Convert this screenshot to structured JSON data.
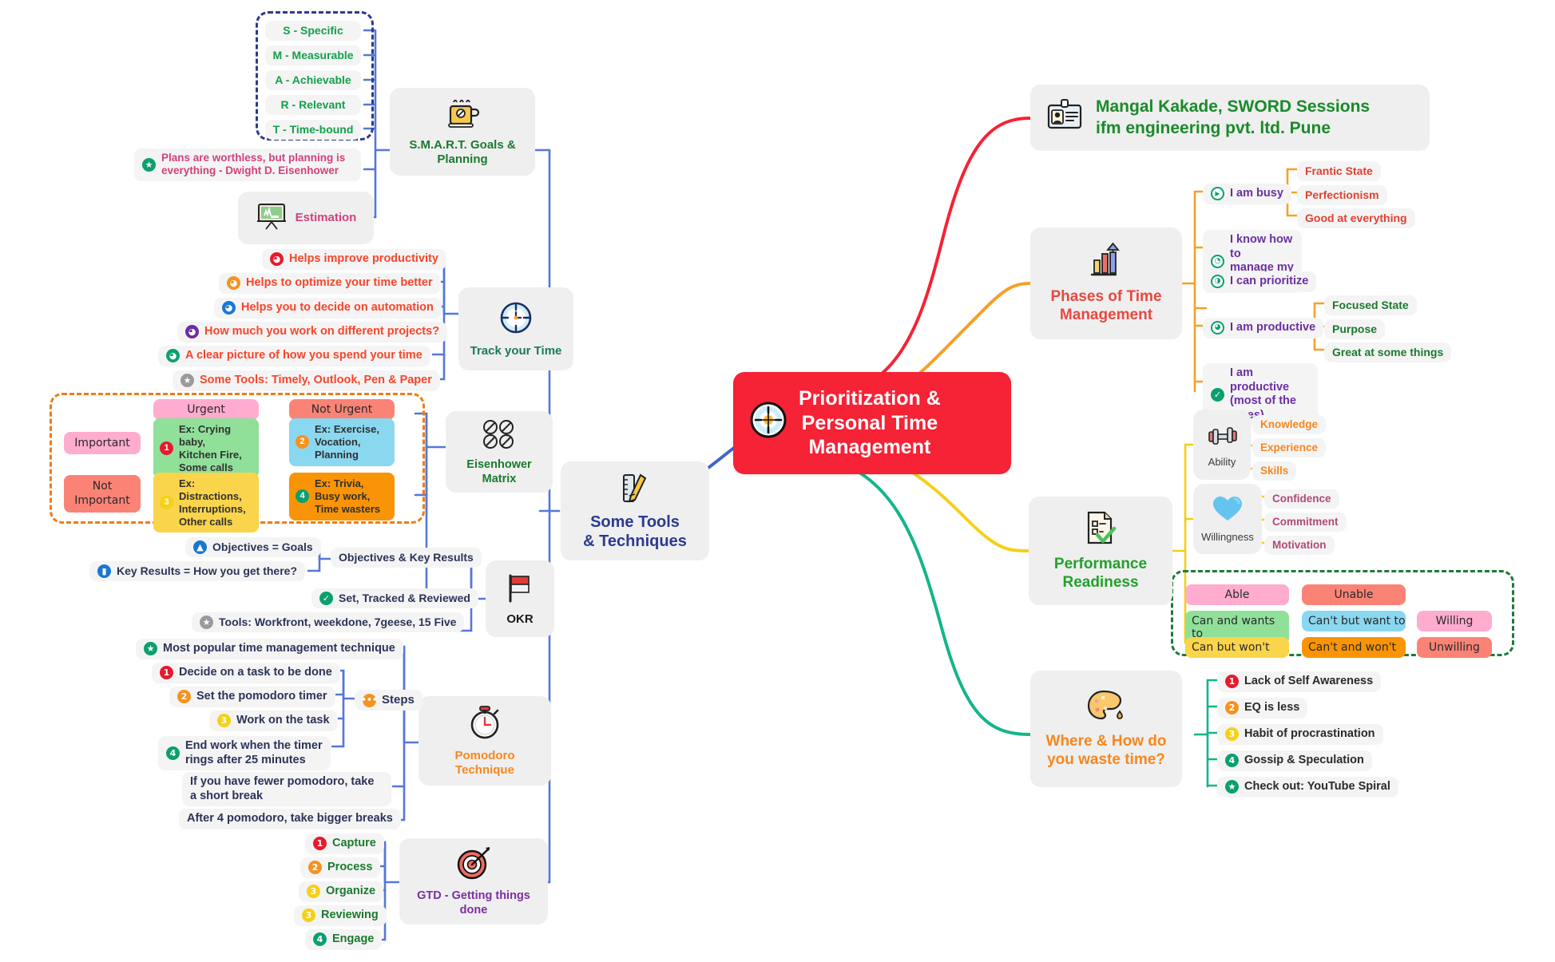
{
  "central": {
    "icon": "compass-clock-icon",
    "title": "Prioritization &\nPersonal Time\nManagement",
    "line1": "Prioritization &",
    "line2": "Personal Time",
    "line3": "Management",
    "color": "#f62235"
  },
  "presenter": {
    "icon": "id-card-icon",
    "line1": "Mangal Kakade, SWORD Sessions",
    "line2": "ifm engineering pvt. ltd. Pune",
    "color": "#1a8a2a"
  },
  "branches": {
    "some_tools": {
      "label_line1": "Some Tools",
      "label_line2": "& Techniques",
      "icon": "ruler-pencil-icon",
      "color": "#2b3a8f"
    },
    "phases": {
      "label_line1": "Phases of Time",
      "label_line2": "Management",
      "icon": "bar-chart-arrow-icon",
      "color": "#e8483f"
    },
    "performance": {
      "label_line1": "Performance",
      "label_line2": "Readiness",
      "icon": "checklist-icon",
      "color": "#21a12a"
    },
    "waste": {
      "label_line1": "Where & How do",
      "label_line2": "you waste time?",
      "icon": "palette-icon",
      "color": "#f6871f"
    }
  },
  "smart": {
    "topic_label": "S.M.A.R.T. Goals & Planning",
    "topic_icon": "coffee-cup-icon",
    "items": [
      {
        "label": "S - Specific"
      },
      {
        "label": "M - Measurable"
      },
      {
        "label": "A - Achievable"
      },
      {
        "label": "R - Relevant"
      },
      {
        "label": "T - Time-bound"
      }
    ],
    "quote": {
      "bullet": "star",
      "bullet_color": "#0aa06e",
      "text": "Plans are worthless, but planning is everything   - Dwight D. Eisenhower"
    },
    "estimation": {
      "label": "Estimation",
      "icon": "presentation-board-icon"
    }
  },
  "track_time": {
    "topic_label": "Track your Time",
    "topic_icon": "clock-icon",
    "items": [
      {
        "bullet": "◕",
        "bullet_color": "b-red",
        "label": "Helps improve productivity"
      },
      {
        "bullet": "◕",
        "bullet_color": "b-orange",
        "label": "Helps to optimize your time better"
      },
      {
        "bullet": "◕",
        "bullet_color": "b-blue",
        "label": "Helps you to decide on automation"
      },
      {
        "bullet": "◕",
        "bullet_color": "b-purple",
        "label": "How much you work on different projects?"
      },
      {
        "bullet": "◕",
        "bullet_color": "b-green",
        "label": "A clear picture of how you spend your time"
      },
      {
        "bullet": "★",
        "bullet_color": "b-grey",
        "label": "Some Tools: Timely, Outlook, Pen & Paper"
      }
    ]
  },
  "eisenhower": {
    "topic_label": "Eisenhower Matrix",
    "topic_icon": "matrix-icon",
    "col_headers": [
      {
        "label": "Urgent",
        "bg": "#ffaccf"
      },
      {
        "label": "Not Urgent",
        "bg": "#fb8376"
      }
    ],
    "row_headers": [
      {
        "label": "Important",
        "bg": "#ffaccf"
      },
      {
        "label": "Not Important",
        "bg": "#fb8376"
      }
    ],
    "cells": [
      {
        "num": "1",
        "num_color": "#e8192c",
        "text": "Ex: Crying baby,\nKitchen Fire,\nSome calls",
        "bg": "#90e09a"
      },
      {
        "num": "2",
        "num_color": "#f6921e",
        "text": "Ex: Exercise,\nVocation,\nPlanning",
        "bg": "#8ad7f0"
      },
      {
        "num": "3",
        "num_color": "#f5d018",
        "text": "Ex: Distractions,\nInterruptions,\nOther calls",
        "bg": "#fad44a"
      },
      {
        "num": "4",
        "num_color": "#0aa06e",
        "text": "Ex: Trivia,\nBusy work,\nTime wasters",
        "bg": "#f99406"
      }
    ]
  },
  "okr": {
    "topic_label": "OKR",
    "topic_icon": "flag-icon",
    "sub_label": "Objectives & Key Results",
    "sub_items": [
      {
        "bullet": "▲",
        "bullet_color": "b-blue",
        "label": "Objectives = Goals"
      },
      {
        "bullet": "▐",
        "bullet_color": "b-blue",
        "label": "Key Results = How you get there?"
      }
    ],
    "items": [
      {
        "bullet": "✓",
        "bullet_color": "b-green",
        "label": "Set, Tracked & Reviewed"
      },
      {
        "bullet": "★",
        "bullet_color": "b-grey",
        "label": "Tools: Workfront, weekdone, 7geese, 15 Five"
      }
    ]
  },
  "pomodoro": {
    "topic_label": "Pomodoro Technique",
    "topic_icon": "stopwatch-icon",
    "top_item": {
      "bullet": "★",
      "bullet_color": "b-green",
      "label": "Most popular time management technique"
    },
    "steps_label": "Steps",
    "steps_bullet_color": "b-orange",
    "steps": [
      {
        "num": "1",
        "num_color": "b-red",
        "label": "Decide on a task to be done"
      },
      {
        "num": "2",
        "num_color": "b-orange",
        "label": "Set the pomodoro timer"
      },
      {
        "num": "3",
        "num_color": "b-yellow",
        "label": "Work on the task"
      },
      {
        "num": "4",
        "num_color": "b-green",
        "label": "End work when the timer rings after 25 minutes"
      }
    ],
    "notes": [
      {
        "label": "If you have fewer pomodoro, take a short break"
      },
      {
        "label": "After 4 pomodoro, take bigger breaks"
      }
    ]
  },
  "gtd": {
    "topic_label": "GTD - Getting things done",
    "topic_icon": "target-dart-icon",
    "items": [
      {
        "num": "1",
        "num_color": "b-red",
        "label": "Capture"
      },
      {
        "num": "2",
        "num_color": "b-orange",
        "label": "Process"
      },
      {
        "num": "3",
        "num_color": "b-yellow",
        "label": "Organize"
      },
      {
        "num": "3",
        "num_color": "b-yellow",
        "label": "Reviewing"
      },
      {
        "num": "4",
        "num_color": "b-green",
        "label": "Engage"
      }
    ]
  },
  "phases": {
    "items": [
      {
        "bullet": "▶",
        "label": "I am busy",
        "children": [
          "Frantic State",
          "Perfectionism",
          "Good at everything"
        ]
      },
      {
        "bullet": "◔",
        "label": "I know how to\nmanage my time",
        "children": []
      },
      {
        "bullet": "◑",
        "label": "I can prioritize",
        "children": []
      },
      {
        "bullet": "◕",
        "label": "I am productive",
        "children": [
          "Focused State",
          "Purpose",
          "Great at some things"
        ]
      },
      {
        "bullet": "✓",
        "label": "I am productive\n(most of the times)",
        "children": []
      }
    ]
  },
  "performance": {
    "ability": {
      "label": "Ability",
      "icon": "dumbbell-icon",
      "children": [
        "Knowledge",
        "Experience",
        "Skills"
      ]
    },
    "willingness": {
      "label": "Willingness",
      "icon": "heart-icon",
      "children": [
        "Confidence",
        "Commitment",
        "Motivation"
      ]
    },
    "grid": {
      "headers": [
        {
          "label": "Able",
          "bg": "#ffaccf"
        },
        {
          "label": "Unable",
          "bg": "#fb8376"
        }
      ],
      "rows": [
        [
          {
            "label": "Can and wants to",
            "bg": "#90e09a"
          },
          {
            "label": "Can't but want to",
            "bg": "#8ad7f0"
          },
          {
            "label": "Willing",
            "bg": "#ffaccf"
          }
        ],
        [
          {
            "label": "Can but won't",
            "bg": "#fad44a"
          },
          {
            "label": "Can't and won't",
            "bg": "#f99406"
          },
          {
            "label": "Unwilling",
            "bg": "#fb8376"
          }
        ]
      ]
    }
  },
  "waste_time": {
    "items": [
      {
        "num": "1",
        "num_color": "b-red",
        "label": "Lack of Self Awareness"
      },
      {
        "num": "2",
        "num_color": "b-orange",
        "label": "EQ is less"
      },
      {
        "num": "3",
        "num_color": "b-yellow",
        "label": "Habit of procrastination"
      },
      {
        "num": "4",
        "num_color": "b-green",
        "label": "Gossip & Speculation"
      },
      {
        "num": "★",
        "num_color": "b-green",
        "label": "Check out: YouTube Spiral"
      }
    ]
  }
}
